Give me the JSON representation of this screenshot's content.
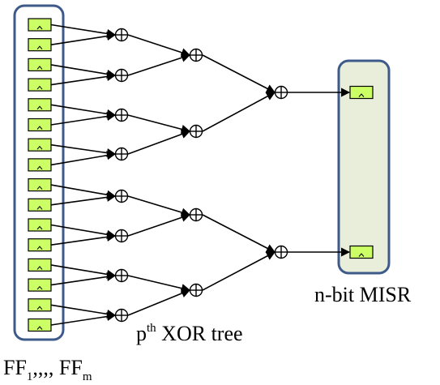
{
  "diagram": {
    "misr_label": "n-bit MISR",
    "xor_tree_label": {
      "prefix": "p",
      "superscript": "th",
      "suffix": " XOR tree"
    },
    "ff_label": {
      "part1": "FF",
      "sub1": "1",
      "mid": ",,,, FF",
      "sub2": "m"
    },
    "flip_flop_count": 16,
    "misr_flip_flop_count": 2,
    "xor_levels": [
      8,
      4,
      2
    ],
    "colors": {
      "flip_flop_fill": "#ccff66",
      "container_fill": "#e8eeda",
      "container_border": "#3d5a8a",
      "line": "#000000"
    }
  }
}
